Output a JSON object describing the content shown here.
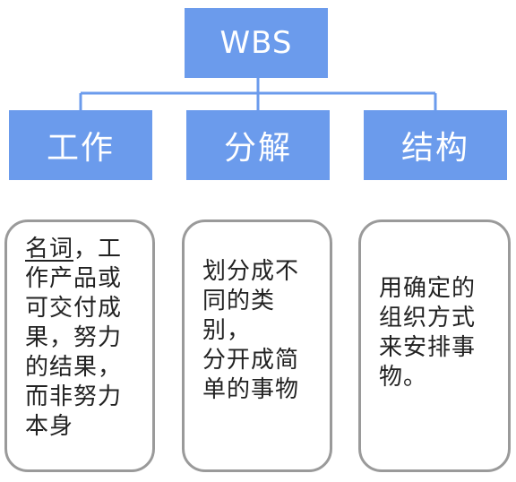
{
  "root": {
    "label": "WBS"
  },
  "children": [
    {
      "label": "工作"
    },
    {
      "label": "分解"
    },
    {
      "label": "结构"
    }
  ],
  "cards": [
    {
      "underlined": "名词",
      "rest": "，工\n作产品或\n可交付成\n果，努力\n的结果，\n而非努力\n本身"
    },
    {
      "text": "划分成不\n同的类别，\n分开成简\n单的事物"
    },
    {
      "text": "用确定的\n组织方式\n来安排事\n物。"
    }
  ],
  "colors": {
    "box_fill": "#6b9bec",
    "connector": "#6b9bec",
    "card_border": "#9a9a9a"
  }
}
